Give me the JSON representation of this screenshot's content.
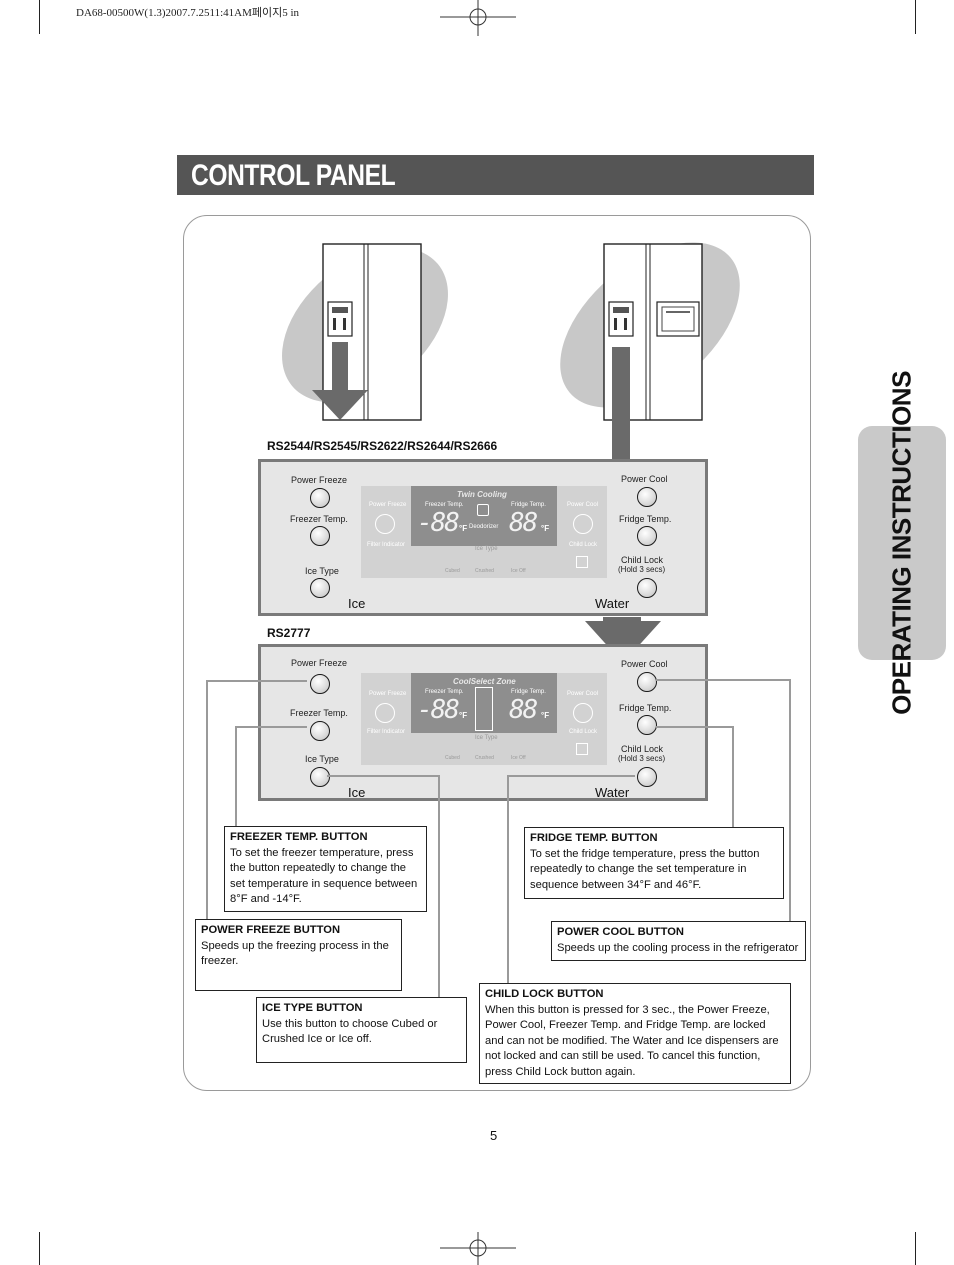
{
  "print_header": "DA68-00500W(1.3)2007.7.2511:41AM페이지5  in",
  "title": "CONTROL PANEL",
  "side_tab": "OPERATING INSTRUCTIONS",
  "models": {
    "top": "RS2544/RS2545/RS2622/RS2644/RS2666",
    "bottom": "RS2777"
  },
  "panel_top": {
    "power_freeze": "Power Freeze",
    "freezer_temp": "Freezer Temp.",
    "ice_type": "Ice Type",
    "power_cool": "Power Cool",
    "fridge_temp": "Fridge Temp.",
    "child_lock": "Child Lock",
    "hold": "(Hold 3 secs)",
    "ice": "Ice",
    "water": "Water",
    "lcd": {
      "heading": "Twin Cooling",
      "power_freeze": "Power Freeze",
      "freezer_temp": "Freezer Temp.",
      "fridge_temp": "Fridge Temp.",
      "power_cool": "Power Cool",
      "filter_indicator": "Filter Indicator",
      "child_lock": "Child Lock",
      "deodorizer": "Deodorizer",
      "ice_type": "Ice Type",
      "cubed": "Cubed",
      "crushed": "Crushed",
      "ice_off": "Ice Off",
      "digits": "-88",
      "digits2": "88",
      "unit": "°F"
    }
  },
  "panel_bottom": {
    "power_freeze": "Power Freeze",
    "freezer_temp": "Freezer Temp.",
    "ice_type": "Ice Type",
    "power_cool": "Power Cool",
    "fridge_temp": "Fridge Temp.",
    "child_lock": "Child Lock",
    "hold": "(Hold 3 secs)",
    "ice": "Ice",
    "water": "Water",
    "lcd": {
      "heading": "CoolSelect Zone",
      "power_freeze": "Power Freeze",
      "freezer_temp": "Freezer Temp.",
      "fridge_temp": "Fridge Temp.",
      "power_cool": "Power Cool",
      "filter_indicator": "Filter Indicator",
      "child_lock": "Child Lock",
      "ice_type": "Ice Type",
      "cubed": "Cubed",
      "crushed": "Crushed",
      "ice_off": "Ice Off",
      "digits": "-88",
      "digits2": "88",
      "unit": "°F"
    }
  },
  "callouts": {
    "freezer_temp": {
      "title": "FREEZER TEMP. BUTTON",
      "body": "To set the freezer temperature, press the button repeatedly to change the set temperature in sequence between 8°F and -14°F."
    },
    "fridge_temp": {
      "title": "FRIDGE TEMP. BUTTON",
      "body": "To set the fridge temperature, press the button repeatedly to change the set temperature in sequence between 34°F and 46°F."
    },
    "power_freeze": {
      "title": "POWER FREEZE BUTTON",
      "body": "Speeds up the freezing process in the freezer."
    },
    "power_cool": {
      "title": "POWER COOL BUTTON",
      "body": "Speeds up the cooling process in the refrigerator"
    },
    "ice_type": {
      "title": "ICE TYPE BUTTON",
      "body": "Use this button to choose Cubed or Crushed Ice or Ice off."
    },
    "child_lock": {
      "title": "CHILD LOCK  BUTTON",
      "body": "When this button is pressed for 3 sec., the Power Freeze, Power Cool, Freezer Temp. and Fridge Temp. are locked and can not be modified. The Water and Ice dispensers are not locked and can still be used. To cancel this function, press Child Lock button again."
    }
  },
  "page_number": "5"
}
